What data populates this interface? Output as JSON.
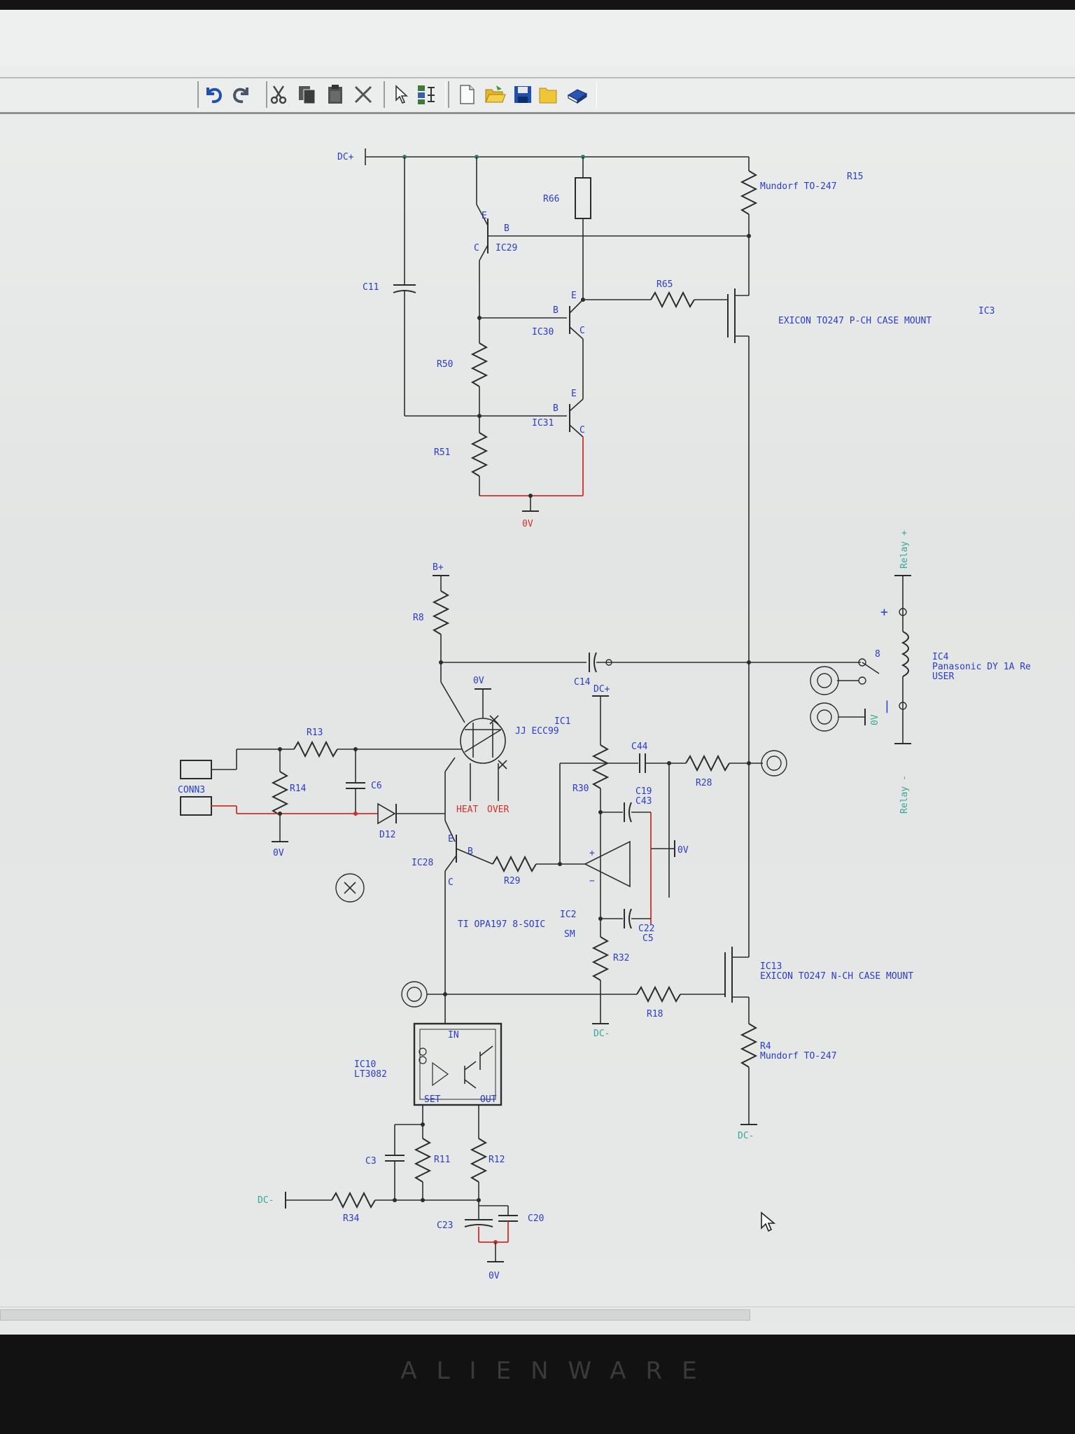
{
  "toolbar": {
    "buttons": [
      {
        "name": "undo-icon"
      },
      {
        "name": "redo-icon"
      },
      {
        "name": "cut-icon"
      },
      {
        "name": "copy-icon"
      },
      {
        "name": "paste-icon"
      },
      {
        "name": "delete-icon"
      },
      {
        "name": "select-arrow-icon"
      },
      {
        "name": "component-tool-icon"
      },
      {
        "name": "new-file-icon"
      },
      {
        "name": "open-folder-icon"
      },
      {
        "name": "save-icon"
      },
      {
        "name": "folder-icon"
      },
      {
        "name": "library-icon"
      }
    ]
  },
  "colors": {
    "wire": "#2c2c2c",
    "label": "#2a3cc8",
    "net_red": "#d0302a",
    "net_cyan": "#3aa59a",
    "toolbar_blue": "#1f4fb0"
  },
  "schematic": {
    "labels": {
      "dcplus_top": "DC+",
      "r66": "R66",
      "r15": "R15",
      "r15_desc": "Mundorf TO-247",
      "ic29": "IC29",
      "c11": "C11",
      "r65": "R65",
      "ic3": "IC3",
      "ic3_desc": "EXICON TO247 P-CH CASE MOUNT",
      "ic30": "IC30",
      "r50": "R50",
      "ic31": "IC31",
      "r51": "R51",
      "gnd_top": "0V",
      "bplus": "B+",
      "r8": "R8",
      "c14": "C14",
      "gnd_tube": "0V",
      "dcplus_mid": "DC+",
      "ic1": "IC1",
      "ic1_desc": "JJ ECC99",
      "r13": "R13",
      "r14": "R14",
      "c6": "C6",
      "conn3": "CONN3",
      "heat": "HEAT",
      "over": "OVER",
      "d12": "D12",
      "gnd_conn": "0V",
      "ic28": "IC28",
      "r29": "R29",
      "r30": "R30",
      "c44": "C44",
      "c19": "C19",
      "c43": "C43",
      "r28": "R28",
      "gnd_opamp": "0V",
      "ic2": "IC2",
      "ic2_desc": "TI OPA197 8-SOIC",
      "ic2_desc2": "SM",
      "c22": "C22",
      "c5": "C5",
      "r32": "R32",
      "r18": "R18",
      "dcminus_mid": "DC-",
      "ic13": "IC13",
      "ic13_desc": "EXICON TO247 N-CH CASE MOUNT",
      "r4": "R4",
      "r4_desc": "Mundorf TO-247",
      "dcminus_right": "DC-",
      "ic10": "IC10",
      "ic10_desc": "LT3082",
      "pin_in": "IN",
      "pin_set": "SET",
      "pin_out": "OUT",
      "c3": "C3",
      "r11": "R11",
      "r12": "R12",
      "dcminus_left": "DC-",
      "r34": "R34",
      "c23": "C23",
      "c20": "C20",
      "gnd_bottom": "0V",
      "relay_plus": "Relay +",
      "relay_minus": "Relay -",
      "plus_sign": "+",
      "pin_8": "8",
      "gnd_relay": "0V",
      "ic4": "IC4",
      "ic4_desc": "Panasonic DY 1A Re",
      "ic4_desc2": "USER"
    }
  },
  "monitor": {
    "brand": "ALIENWARE"
  }
}
